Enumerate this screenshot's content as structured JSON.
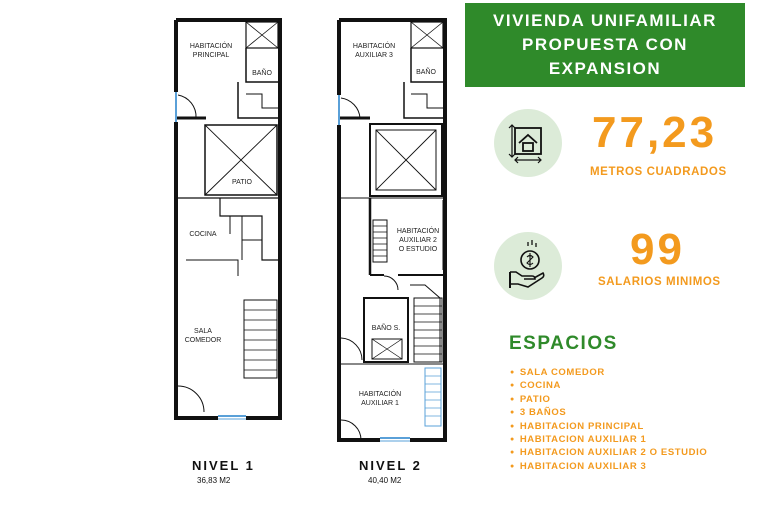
{
  "banner": {
    "title": "VIVIENDA UNIFAMILIAR\nPROPUESTA CON\nEXPANSION"
  },
  "stats": [
    {
      "value": "77,23",
      "label": "METROS CUADRADOS",
      "icon": "house-area-icon"
    },
    {
      "value": "99",
      "label": "SALARIOS MINIMOS",
      "icon": "money-hand-icon"
    }
  ],
  "spaces": {
    "title": "ESPACIOS",
    "items": [
      "SALA COMEDOR",
      "COCINA",
      "PATIO",
      "3 BAÑOS",
      "HABITACION PRINCIPAL",
      "HABITACION AUXILIAR 1",
      "HABITACION AUXILIAR 2 O ESTUDIO",
      "HABITACION AUXILIAR 3"
    ]
  },
  "levels": [
    {
      "title": "NIVEL 1",
      "area": "36,83 M2",
      "rooms": {
        "principal_1": "HABITACIÓN",
        "principal_2": "PRINCIPAL",
        "bano": "BAÑO",
        "patio": "PATIO",
        "cocina": "COCINA",
        "sala_1": "SALA",
        "sala_2": "COMEDOR"
      }
    },
    {
      "title": "NIVEL 2",
      "area": "40,40 M2",
      "rooms": {
        "aux3_1": "HABITACIÓN",
        "aux3_2": "AUXILIAR 3",
        "bano": "BAÑO",
        "aux2_1": "HABITACIÓN",
        "aux2_2": "AUXILIAR 2",
        "aux2_3": "O ESTUDIO",
        "bano_s": "BAÑO S.",
        "aux1_1": "HABITACIÓN",
        "aux1_2": "AUXILIAR 1"
      }
    }
  ],
  "colors": {
    "green": "#2f8a2a",
    "orange": "#f39a1e",
    "circle": "#dcebd8",
    "window": "#5aa0d8"
  }
}
